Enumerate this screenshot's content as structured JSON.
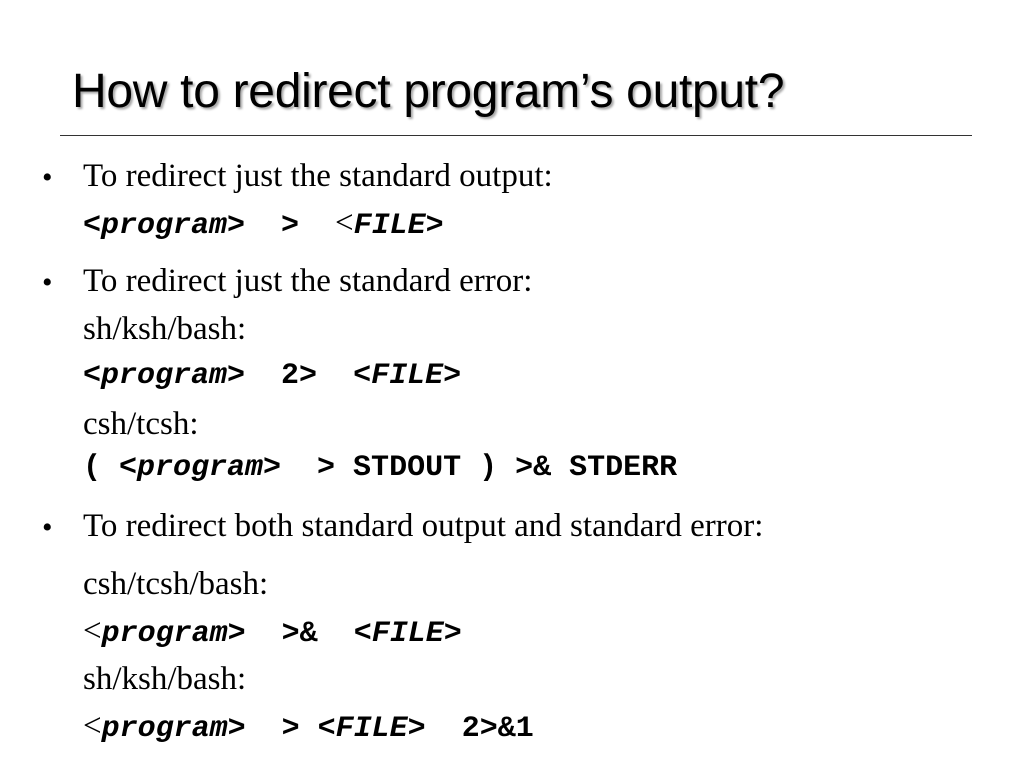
{
  "title": "How to redirect program’s output?",
  "bullets": [
    {
      "text": "To redirect just the standard output:",
      "lines": [
        {
          "parts": [
            "<program>",
            "  >  ",
            "<",
            "FILE>"
          ]
        }
      ]
    },
    {
      "text": "To redirect just the standard error:",
      "shell1": "sh/ksh/bash:",
      "code1": [
        "<program>",
        "  2>  ",
        "<FILE>"
      ],
      "shell2": "csh/tcsh:",
      "code2": [
        "( ",
        "<program>",
        "  > STDOUT ) >& STDERR"
      ]
    },
    {
      "text": "To redirect both standard output and standard error:",
      "shell1": "csh/tcsh/bash:",
      "code1": [
        "<",
        "program>",
        "  >&  ",
        "<FILE>"
      ],
      "shell2": "sh/ksh/bash:",
      "code2": [
        "<",
        "program>",
        "  > ",
        "<FILE>",
        "  2>&1"
      ]
    }
  ],
  "bullet_glyph": "•"
}
